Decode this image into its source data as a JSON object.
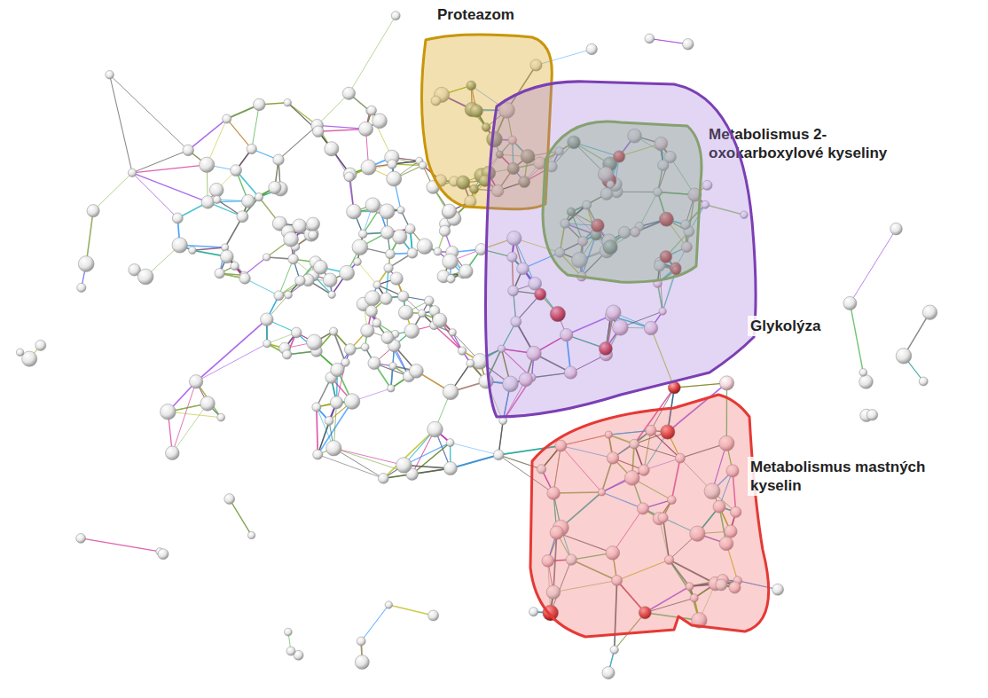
{
  "diagram": {
    "nodes": [
      {
        "text": [
          "Proteazom"
        ]
      },
      {
        "text": [
          "Metabolismus 2-oxokarboxylové kyseliny"
        ]
      },
      {
        "text": [
          "Glykolýza"
        ]
      },
      {
        "text": [
          "Metabolismus mastných kyselin"
        ]
      }
    ]
  }
}
